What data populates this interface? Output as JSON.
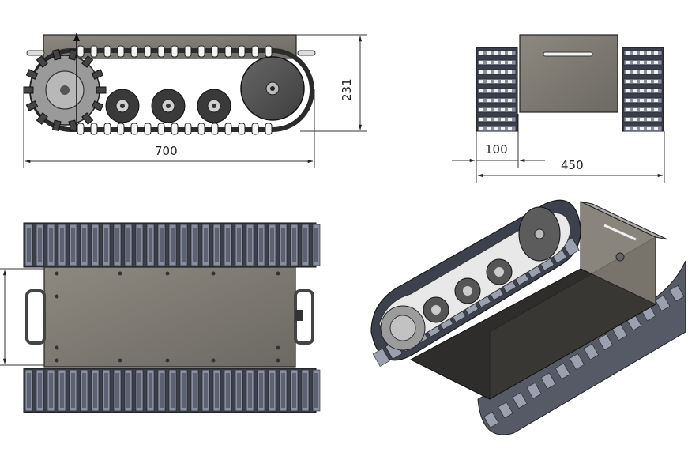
{
  "drawing": {
    "side_view": {
      "dim_length": "700",
      "dim_height": "231"
    },
    "front_view": {
      "dim_track": "100",
      "dim_width": "450"
    },
    "colors": {
      "body": "#7d7a73",
      "body_dark": "#4f4d49",
      "wheel": "#5a5a5a",
      "track": "#3b3f4c",
      "track_light": "#8a8fa0",
      "line": "#1a1a1a"
    }
  }
}
